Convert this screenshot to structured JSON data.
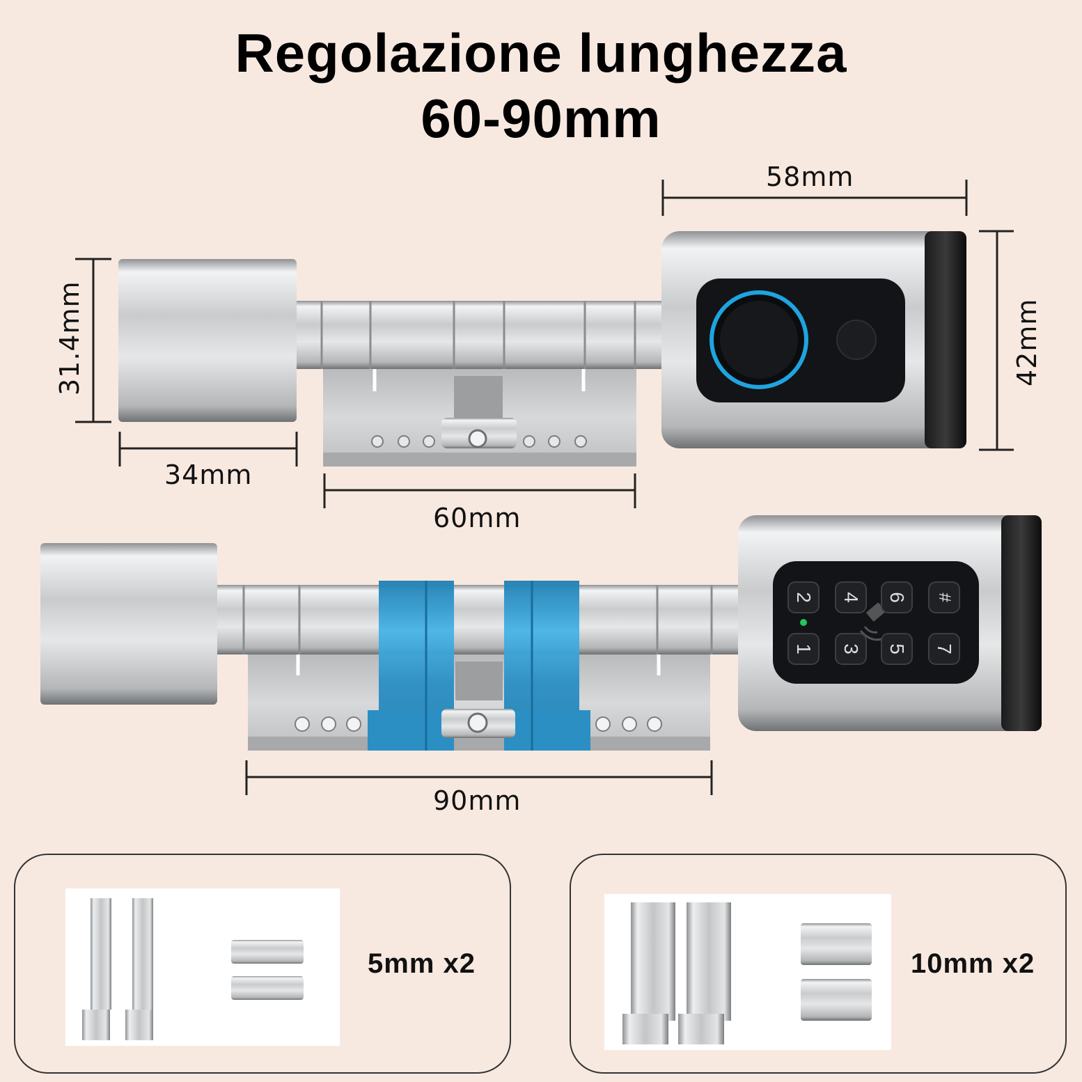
{
  "title": {
    "line1": "Regolazione lunghezza",
    "line2": "60-90mm"
  },
  "dimensions": {
    "outer_width": "58mm",
    "knob_height": "31.4mm",
    "outer_height": "42mm",
    "knob_width": "34mm",
    "min_length": "60mm",
    "max_length": "90mm"
  },
  "keypad": {
    "left_column": [
      "2",
      "1"
    ],
    "keys_top": [
      "4",
      "6",
      "#"
    ],
    "keys_bottom": [
      "3",
      "5",
      "7"
    ]
  },
  "accessories": [
    {
      "label": "5mm x2"
    },
    {
      "label": "10mm x2"
    }
  ],
  "colors": {
    "background": "#f8e9e0",
    "extension_blue": "#2b8fc4",
    "fingerprint_ring": "#1ea4e0",
    "status_led": "#22c55e"
  },
  "icons": {
    "fingerprint": "fingerprint-sensor-icon",
    "nfc": "nfc-icon"
  }
}
